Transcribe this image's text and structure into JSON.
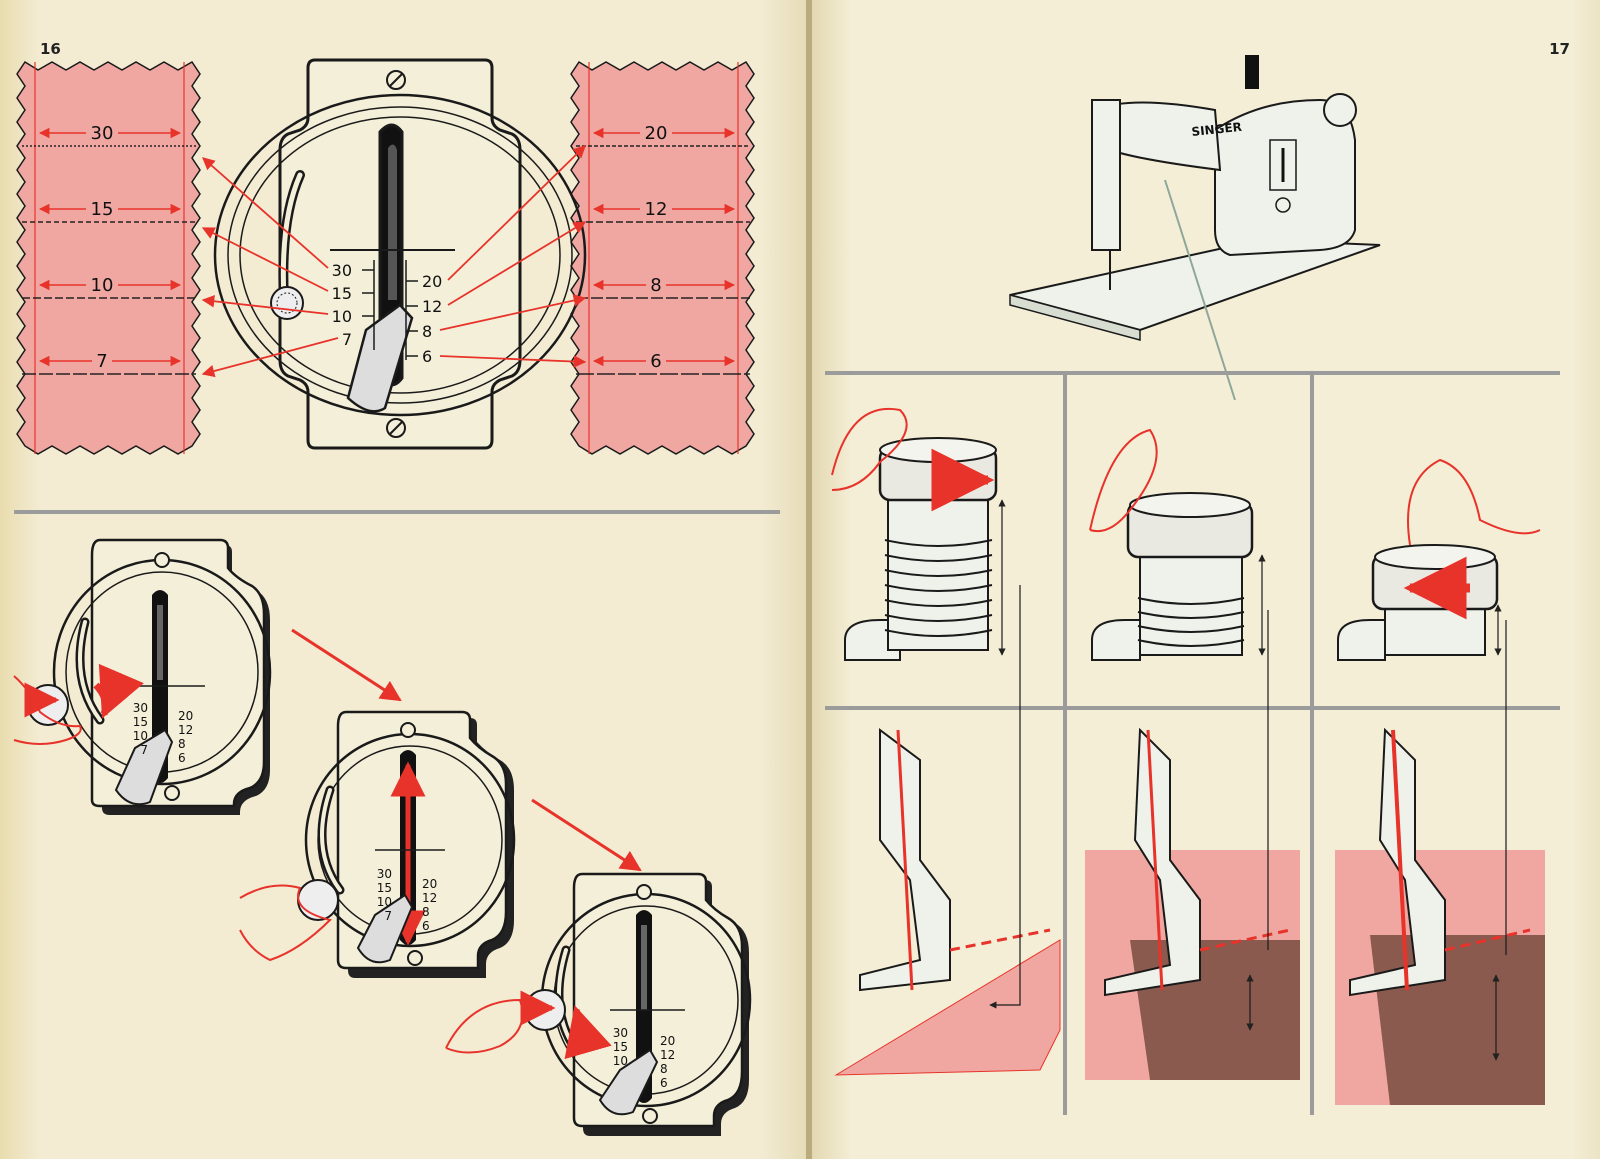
{
  "pages": {
    "left": {
      "number": "16",
      "top_dial": {
        "scale_left": [
          "30",
          "15",
          "10",
          "7"
        ],
        "scale_right": [
          "20",
          "12",
          "8",
          "6"
        ]
      },
      "swatch_left": {
        "labels": [
          "30",
          "15",
          "10",
          "7"
        ]
      },
      "swatch_right": {
        "labels": [
          "20",
          "12",
          "8",
          "6"
        ]
      },
      "small_dials": [
        {
          "scale_left": [
            "30",
            "15",
            "10",
            "7"
          ],
          "scale_right": [
            "20",
            "12",
            "8",
            "6"
          ]
        },
        {
          "scale_left": [
            "30",
            "15",
            "10",
            "7"
          ],
          "scale_right": [
            "20",
            "12",
            "8",
            "6"
          ]
        },
        {
          "scale_left": [
            "30",
            "15",
            "10"
          ],
          "scale_right": [
            "20",
            "12",
            "8",
            "6"
          ]
        }
      ]
    },
    "right": {
      "number": "17",
      "machine_brand": "SINGER"
    }
  },
  "colors": {
    "paper": "#f1ead0",
    "swatch_pink": "#f0a7a2",
    "accent_red": "#e8332b",
    "ink": "#1a1a1a",
    "rule_gray": "#9b9b9b"
  }
}
